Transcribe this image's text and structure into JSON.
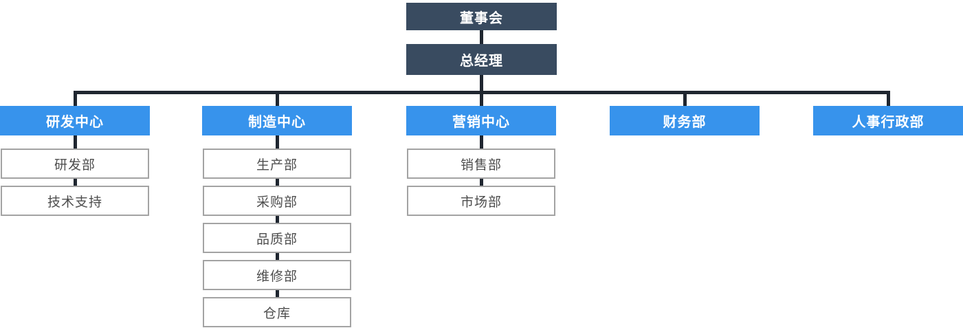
{
  "org": {
    "title": "org-structure-chart",
    "root": {
      "label": "董事会"
    },
    "executive": {
      "label": "总经理"
    },
    "branches": [
      {
        "label": "研发中心",
        "children": [
          {
            "label": "研发部"
          },
          {
            "label": "技术支持"
          }
        ]
      },
      {
        "label": "制造中心",
        "children": [
          {
            "label": "生产部"
          },
          {
            "label": "采购部"
          },
          {
            "label": "品质部"
          },
          {
            "label": "维修部"
          },
          {
            "label": "仓库"
          }
        ]
      },
      {
        "label": "营销中心",
        "children": [
          {
            "label": "销售部"
          },
          {
            "label": "市场部"
          }
        ]
      },
      {
        "label": "财务部",
        "children": []
      },
      {
        "label": "人事行政部",
        "children": []
      }
    ],
    "colors": {
      "navy": "#394B60",
      "blue": "#3793EC",
      "line": "#1F2630",
      "border": "#A3A3A3",
      "childText": "#4D4D4D",
      "rootText": "#FFFFFF",
      "branchText": "#FFFFFF"
    }
  }
}
